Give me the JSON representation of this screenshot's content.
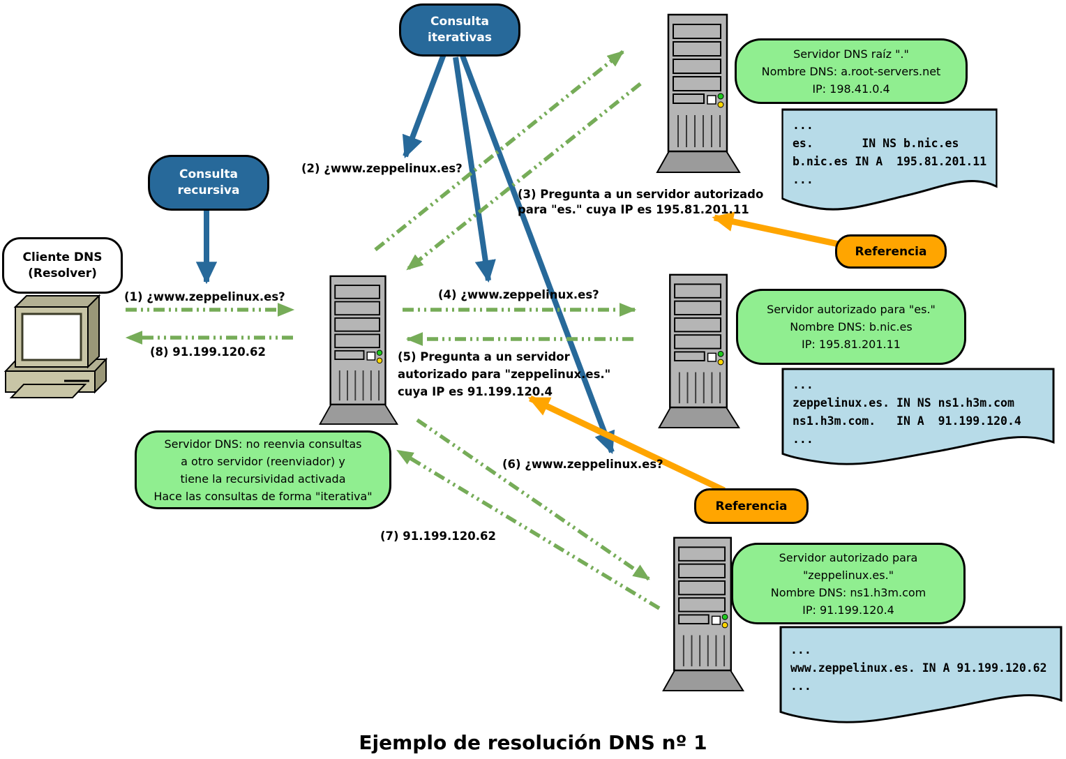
{
  "title": "Ejemplo de resolución DNS nº 1",
  "colors": {
    "query_arrow_blue": "#27699a",
    "response_arrow_green": "#76ac58",
    "referral_arrow_orange": "#ffa500",
    "info_bubble_green": "#90ee90",
    "record_doc_blue": "#b7dbe8",
    "server_gray": "#b5b5b5",
    "client_beige": "#c8c5a6"
  },
  "icons": {
    "server": "server-tower-icon",
    "client": "desktop-computer-icon",
    "record": "wavy-document-icon"
  },
  "nodes": {
    "iterative": "Consulta\niterativas",
    "recursive": "Consulta\nrecursiva",
    "client": "Cliente DNS\n(Resolver)",
    "dns_note": "Servidor DNS: no reenvia consultas\na otro servidor (reenviador) y\ntiene la recursividad activada\nHace las consultas de forma \"iterativa\"",
    "referral_top": "Referencia",
    "referral_bottom": "Referencia"
  },
  "servers": {
    "root": {
      "info": "Servidor DNS raíz \".\"\nNombre DNS: a.root-servers.net\nIP: 198.41.0.4",
      "record": "...\nes.       IN NS b.nic.es\nb.nic.es IN A  195.81.201.11\n..."
    },
    "es": {
      "info": "Servidor autorizado para \"es.\"\nNombre DNS: b.nic.es\nIP: 195.81.201.11",
      "record": "...\nzeppelinux.es. IN NS ns1.h3m.com\nns1.h3m.com.   IN A  91.199.120.4\n..."
    },
    "zeppelinux": {
      "info": "Servidor autorizado para\n\"zeppelinux.es.\"\nNombre DNS: ns1.h3m.com\nIP: 91.199.120.4",
      "record": "...\nwww.zeppelinux.es. IN A 91.199.120.62\n..."
    }
  },
  "steps": {
    "s1": "(1) ¿www.zeppelinux.es?",
    "s2": "(2) ¿www.zeppelinux.es?",
    "s3": "(3) Pregunta a un servidor autorizado\npara \"es.\" cuya IP es 195.81.201.11",
    "s4": "(4) ¿www.zeppelinux.es?",
    "s5": "(5) Pregunta a un servidor\nautorizado para \"zeppelinux.es.\"\ncuya IP es 91.199.120.4",
    "s6": "(6) ¿www.zeppelinux.es?",
    "s7": "(7) 91.199.120.62",
    "s8": "(8) 91.199.120.62"
  }
}
